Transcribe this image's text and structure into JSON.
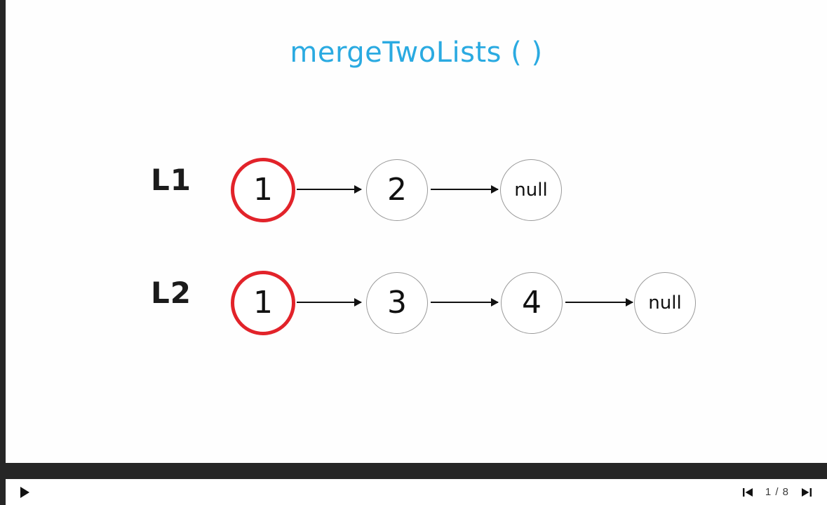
{
  "slide": {
    "title": "mergeTwoLists ( )",
    "title_color": "#2aaae1",
    "background": "#fefefe",
    "highlight_color": "#e2232a",
    "node_border_color": "#9a9a9a",
    "arrow_color": "#111111",
    "rows": [
      {
        "label": "L1",
        "nodes": [
          {
            "value": "1",
            "kind": "number",
            "highlight": true
          },
          {
            "value": "2",
            "kind": "number",
            "highlight": false
          },
          {
            "value": "null",
            "kind": "null",
            "highlight": false
          }
        ]
      },
      {
        "label": "L2",
        "nodes": [
          {
            "value": "1",
            "kind": "number",
            "highlight": true
          },
          {
            "value": "3",
            "kind": "number",
            "highlight": false
          },
          {
            "value": "4",
            "kind": "number",
            "highlight": false
          },
          {
            "value": "null",
            "kind": "null",
            "highlight": false
          }
        ]
      }
    ]
  },
  "toolbar": {
    "play_icon": "play-icon",
    "first_slide_icon": "skip-to-start-icon",
    "last_slide_icon": "skip-to-end-icon",
    "page_indicator": "1 / 8",
    "current_page": 1,
    "total_pages": 8,
    "bar_color": "#262626"
  }
}
